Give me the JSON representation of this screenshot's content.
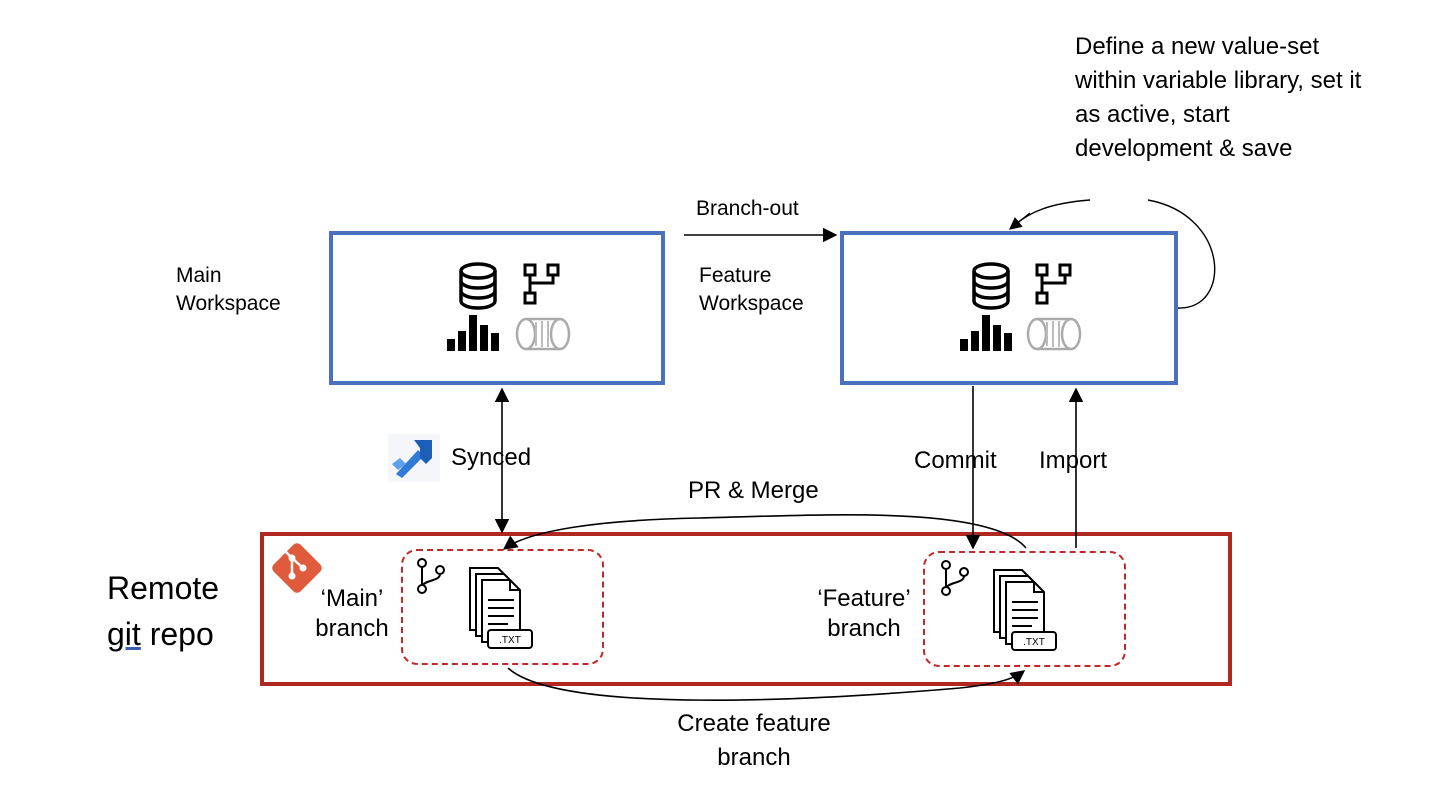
{
  "workspaces": {
    "main": {
      "label": "Main\nWorkspace"
    },
    "feature": {
      "label": "Feature\nWorkspace"
    }
  },
  "repo": {
    "label_line1": "Remote",
    "label_line2_a": "git",
    "label_line2_b": " repo",
    "main_branch_label": "‘Main’\nbranch",
    "feature_branch_label": "‘Feature’\nbranch"
  },
  "edges": {
    "branch_out": "Branch-out",
    "synced": "Synced",
    "commit": "Commit",
    "import": "Import",
    "pr_merge": "PR & Merge",
    "create_feature_branch": "Create feature\nbranch"
  },
  "note": "Define a new value-set\nwithin variable library, set it\nas active, start\ndevelopment & save",
  "file_tag": ".TXT",
  "colors": {
    "workspace_border": "#4a70c0",
    "repo_border": "#b0281f",
    "branch_dash": "#c0282a",
    "git_logo": "#e05a3c",
    "devops_blue": "#2f7bd6"
  },
  "icons": [
    "database-icon",
    "hierarchy-icon",
    "bar-chart-icon",
    "pipeline-icon",
    "git-logo-icon",
    "azure-devops-icon",
    "branch-icon",
    "text-files-icon"
  ]
}
